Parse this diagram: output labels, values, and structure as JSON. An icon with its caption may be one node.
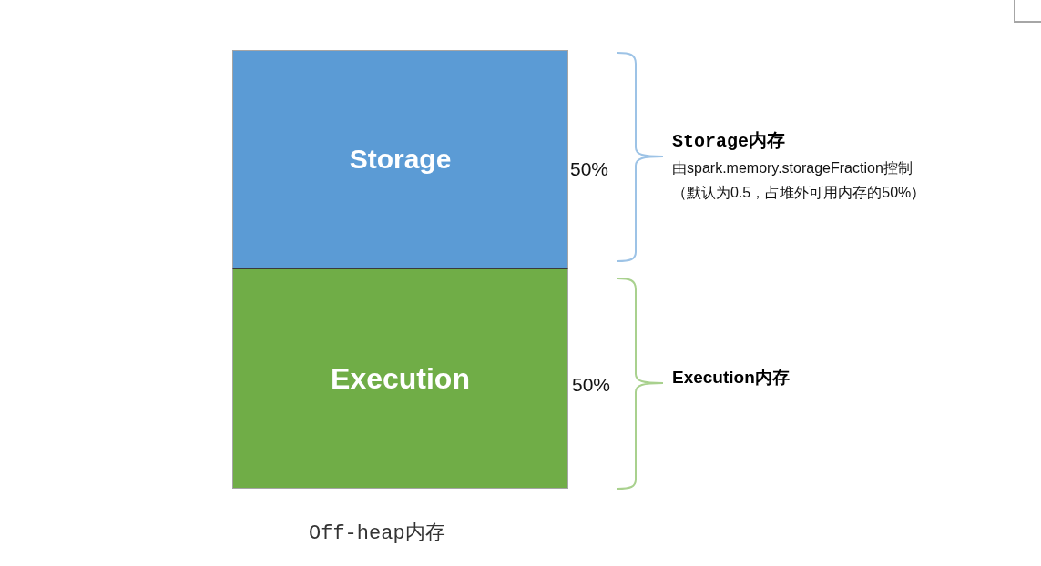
{
  "diagram": {
    "caption": "Off-heap内存",
    "nodes": [
      {
        "text": [
          "Storage"
        ],
        "beside": [
          "50%",
          "Storage内存",
          "由spark.memory.storageFraction控制",
          "（默认为0.5，占堆外可用内存的50%）"
        ]
      },
      {
        "text": [
          "Execution"
        ],
        "beside": [
          "50%",
          "Execution内存"
        ]
      }
    ]
  }
}
